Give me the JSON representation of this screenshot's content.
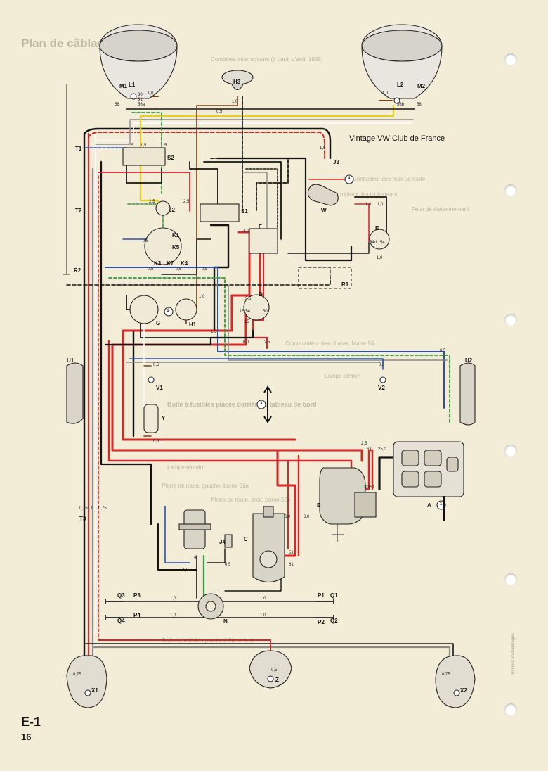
{
  "document": {
    "watermark": "Vintage VW Club de France",
    "page_code": "E-1",
    "page_number": "16",
    "ghost_title": "Plan de câblage et fusibles",
    "ghost_subtitle": "Combinés interrupteurs (à partir d'août 1959)",
    "ghost_labels": [
      "Contacteur des feux de route",
      "Interrupteur des indicateurs",
      "Feux de stationnement",
      "Commutateur des phares, borne 56",
      "Lampe-témoin",
      "Boîte à fusibles placée derrière le tableau de bord",
      "Lampe-témoin",
      "Phare de route, gauche, borne 56a",
      "Phare de route, droit, borne 56b",
      "Boîte à fusibles placée à l'intérieur"
    ],
    "side_reference": "Imprimé en Allemagne"
  },
  "components": [
    "L1",
    "M1",
    "H3",
    "L2",
    "M2",
    "J3",
    "S2",
    "T1",
    "T2",
    "J2",
    "S1",
    "W",
    "K1",
    "K5",
    "K3",
    "K7",
    "K4",
    "F",
    "E",
    "R2",
    "R1",
    "D",
    "G",
    "H1",
    "U1",
    "U2",
    "V1",
    "V2",
    "Y",
    "A",
    "B",
    "T3",
    "C",
    "J4",
    "N",
    "P3",
    "Q3",
    "P4",
    "Q4",
    "P1",
    "Q1",
    "P2",
    "Q2",
    "X1",
    "Z",
    "X2"
  ],
  "wire_gauges": [
    "1,0",
    "0,5",
    "1,5",
    "2,5",
    "4,0",
    "6,0",
    "25,0",
    "0,75",
    "30",
    "31",
    "56a",
    "56b",
    "58",
    "15",
    "50",
    "51",
    "61",
    "54",
    "54d",
    "30/51",
    "15/54",
    "4",
    "1"
  ],
  "circled_markers": [
    "1",
    "2",
    "3",
    "4"
  ],
  "colors": {
    "paper": "#f3ecd6",
    "wire_black": "#141414",
    "wire_red": "#d62828",
    "wire_blue": "#2a4fb0",
    "wire_green": "#2f9a3a",
    "wire_yellow": "#e6cf1d",
    "wire_brown": "#7a3b14",
    "wire_grey": "#8a8a8a",
    "wire_white": "#fafafa"
  }
}
